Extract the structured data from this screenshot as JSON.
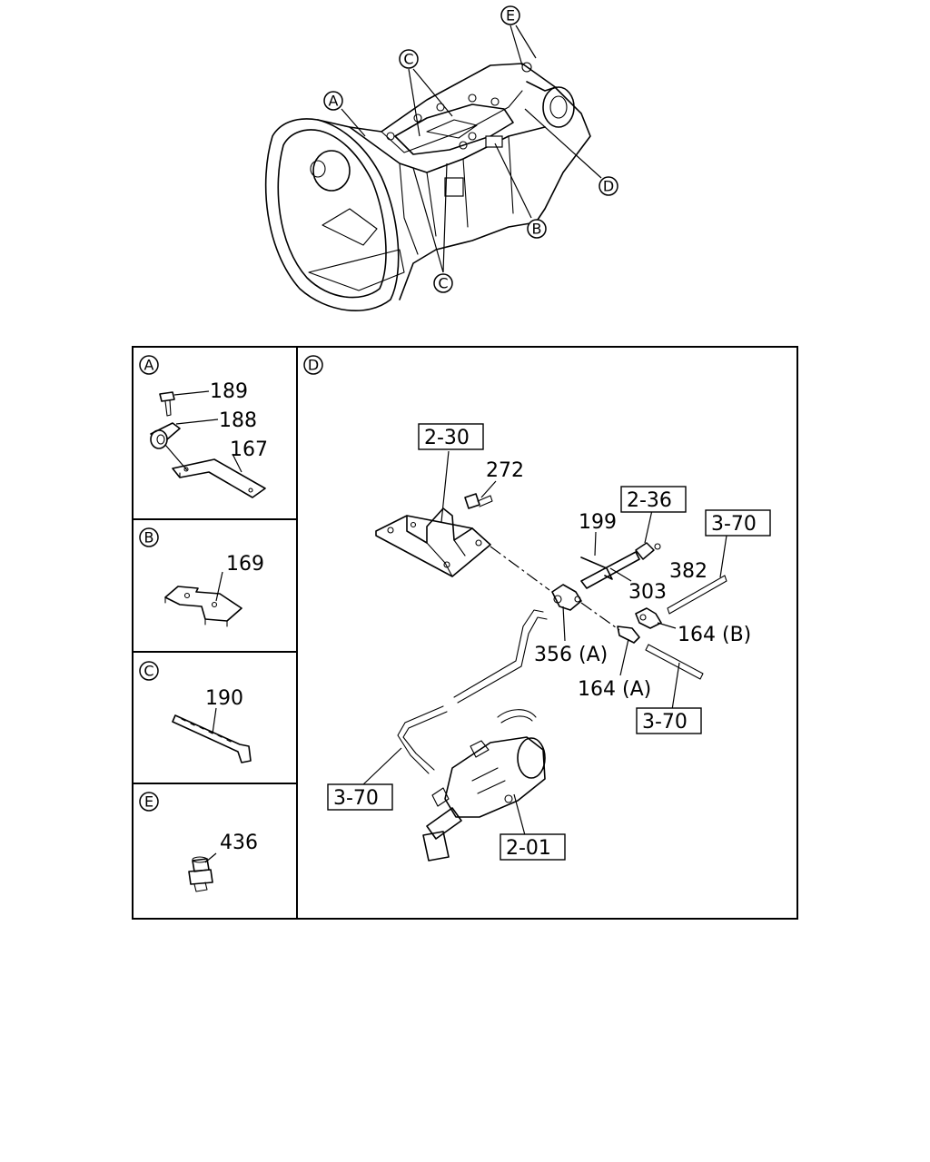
{
  "callouts": {
    "a": "A",
    "b": "B",
    "c": "C",
    "d": "D",
    "e": "E"
  },
  "panels": {
    "a": {
      "letter": "A",
      "parts": [
        "189",
        "188",
        "167"
      ]
    },
    "b": {
      "letter": "B",
      "parts": [
        "169"
      ]
    },
    "c": {
      "letter": "C",
      "parts": [
        "190"
      ]
    },
    "e": {
      "letter": "E",
      "parts": [
        "436"
      ]
    },
    "d": {
      "letter": "D",
      "refs": [
        "2-30",
        "2-36",
        "3-70",
        "3-70",
        "3-70",
        "2-01"
      ],
      "parts": [
        "272",
        "199",
        "382",
        "303",
        "164 (B)",
        "356 (A)",
        "164 (A)"
      ]
    }
  }
}
